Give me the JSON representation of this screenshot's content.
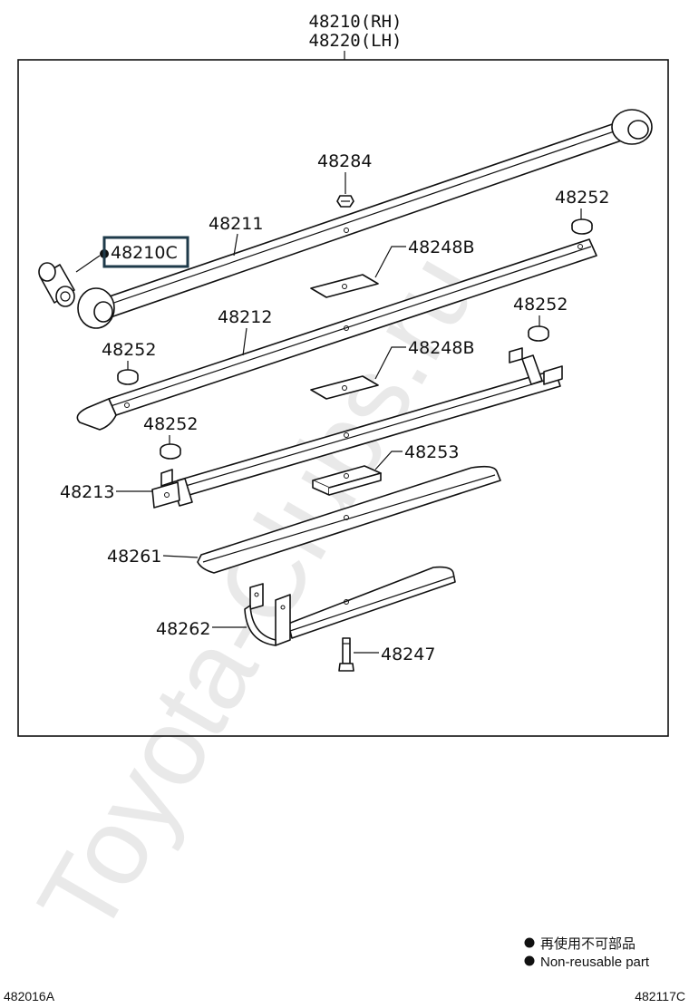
{
  "assembly": {
    "part_rh": "48210(RH)",
    "part_lh": "48220(LH)"
  },
  "labels": {
    "bushing": "48210C",
    "nut": "48284",
    "leaf1": "48211",
    "pad1": "48248B",
    "leaf2": "48212",
    "pad2": "48248B",
    "cap_a": "48252",
    "cap_b": "48252",
    "cap_c": "48252",
    "cap_d": "48252",
    "leaf3": "48213",
    "spacer": "48253",
    "leaf4": "48261",
    "leaf5": "48262",
    "bolt": "48247"
  },
  "legend": {
    "jp": "再使用不可部品",
    "en": "Non-reusable part"
  },
  "footer": {
    "left": "482016A",
    "right": "482117C"
  },
  "watermark": "Toyota-Clubs.ru",
  "colors": {
    "highlight_box": "#1e3a4a",
    "line": "#111111"
  }
}
